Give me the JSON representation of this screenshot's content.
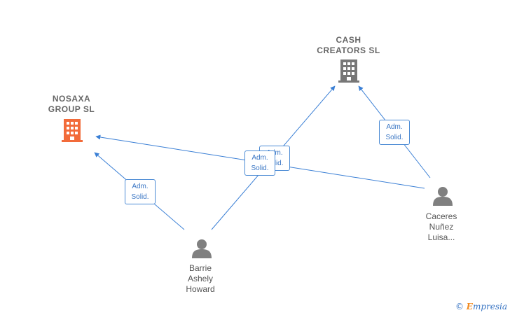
{
  "colors": {
    "edge": "#3a7fd5",
    "company_highlight": "#f26b3a",
    "company": "#777777",
    "person": "#808080"
  },
  "nodes": {
    "nosaxa": {
      "label": "NOSAXA\nGROUP  SL",
      "icon": "building-icon"
    },
    "cash": {
      "label": "CASH\nCREATORS SL",
      "icon": "building-icon"
    },
    "caceres": {
      "label": "Caceres\nNuñez\nLuisa...",
      "icon": "person-icon"
    },
    "barrie": {
      "label": "Barrie\nAshely\nHoward",
      "icon": "person-icon"
    }
  },
  "edges": [
    {
      "from": "barrie",
      "to": "nosaxa",
      "label": "Adm.\nSolid."
    },
    {
      "from": "barrie",
      "to": "cash",
      "label": "Adm.\nSolid."
    },
    {
      "from": "caceres",
      "to": "nosaxa",
      "label": "Adm.\nSolid."
    },
    {
      "from": "caceres",
      "to": "cash",
      "label": "Adm.\nSolid."
    }
  ],
  "footer": {
    "copyright": "©",
    "brand_e": "E",
    "brand_rest": "mpresia"
  }
}
